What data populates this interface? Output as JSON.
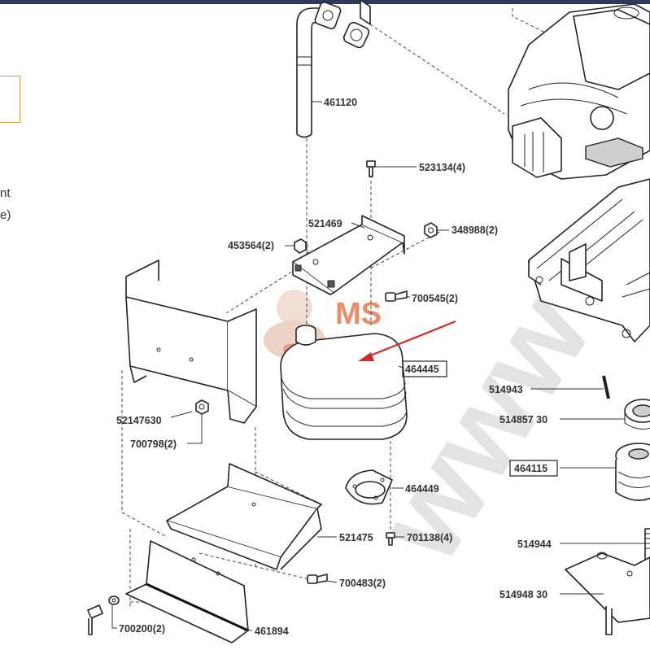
{
  "diagram": {
    "parts": [
      {
        "id": "p461120",
        "label": "461120"
      },
      {
        "id": "p523134",
        "label": "523134(4)"
      },
      {
        "id": "p521469",
        "label": "521469"
      },
      {
        "id": "p348988",
        "label": "348988(2)"
      },
      {
        "id": "p453564",
        "label": "453564(2)"
      },
      {
        "id": "p700545",
        "label": "700545(2)"
      },
      {
        "id": "p464445",
        "label": "464445",
        "boxed": true,
        "highlighted": true
      },
      {
        "id": "p52147630",
        "label": "52147630"
      },
      {
        "id": "p700798",
        "label": "700798(2)"
      },
      {
        "id": "p464449",
        "label": "464449"
      },
      {
        "id": "p521475",
        "label": "521475"
      },
      {
        "id": "p701138",
        "label": "701138(4)"
      },
      {
        "id": "p700483",
        "label": "700483(2)"
      },
      {
        "id": "p700200",
        "label": "700200(2)"
      },
      {
        "id": "p461894",
        "label": "461894"
      },
      {
        "id": "p514943",
        "label": "514943"
      },
      {
        "id": "p51485730",
        "label": "514857 30"
      },
      {
        "id": "p464115",
        "label": "464115",
        "boxed": true
      },
      {
        "id": "p514944",
        "label": "514944"
      },
      {
        "id": "p51494830",
        "label": "514948 30"
      }
    ]
  },
  "sidebar": {
    "line1": "nt",
    "line2": "e)"
  },
  "watermark": {
    "logo_line1": "MS",
    "logo_line2": "SHOP",
    "diagonal": "www"
  },
  "colors": {
    "arrow": "#d12a2a",
    "logo": "#e06a3a",
    "accent_bar": "#2e3a59",
    "panel_border": "#d89a4a"
  }
}
